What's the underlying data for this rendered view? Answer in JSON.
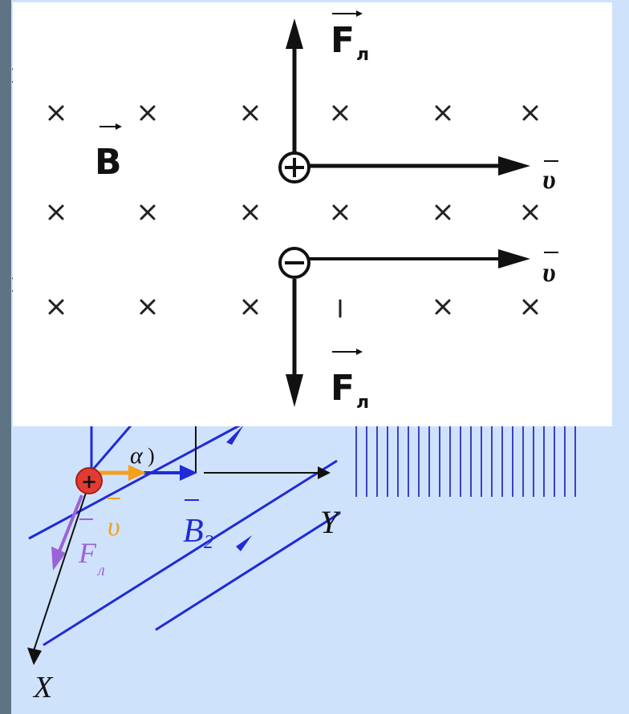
{
  "top_panel": {
    "field_label": "B",
    "force_label": "F",
    "force_subscript": "л",
    "velocity_label": "υ"
  },
  "bottom_panel": {
    "alpha_label": "α",
    "field_label": "B",
    "field_subscript": "2",
    "velocity_label": "υ",
    "force_label": "F",
    "force_subscript": "л",
    "axis_y": "Y",
    "axis_x": "X"
  },
  "colors": {
    "slide_background": "#cfe2fb",
    "frame": "#5e7484",
    "field_lines": "#1f2bd6",
    "velocity": "#f3a01e",
    "force": "#9a63d8",
    "charge": "#e23b32"
  }
}
